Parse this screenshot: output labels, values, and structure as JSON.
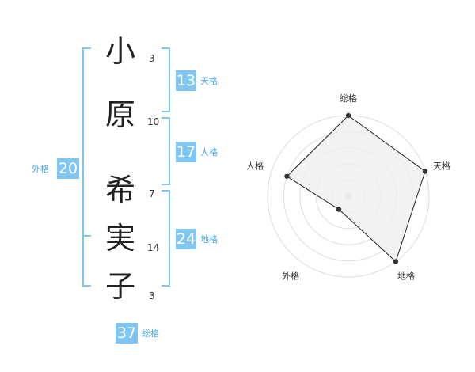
{
  "name": {
    "chars": [
      {
        "char": "小",
        "strokes": "3"
      },
      {
        "char": "原",
        "strokes": "10"
      },
      {
        "char": "希",
        "strokes": "7"
      },
      {
        "char": "実",
        "strokes": "14"
      },
      {
        "char": "子",
        "strokes": "3"
      }
    ]
  },
  "scores": {
    "tenkaku": {
      "value": "13",
      "label": "天格"
    },
    "jinkaku": {
      "value": "17",
      "label": "人格"
    },
    "chikaku": {
      "value": "24",
      "label": "地格"
    },
    "gaikaku": {
      "value": "20",
      "label": "外格"
    },
    "soukaku": {
      "value": "37",
      "label": "総格"
    }
  },
  "chart_data": {
    "type": "radar",
    "axes": [
      "総格",
      "天格",
      "地格",
      "外格",
      "人格"
    ],
    "values": [
      5,
      5,
      5,
      1,
      4
    ],
    "range": [
      0,
      5
    ],
    "rings": 5
  },
  "colors": {
    "accent": "#7fc6f3",
    "label": "#4aa8e8",
    "radar_fill": "#efefef",
    "radar_line": "#222222"
  }
}
